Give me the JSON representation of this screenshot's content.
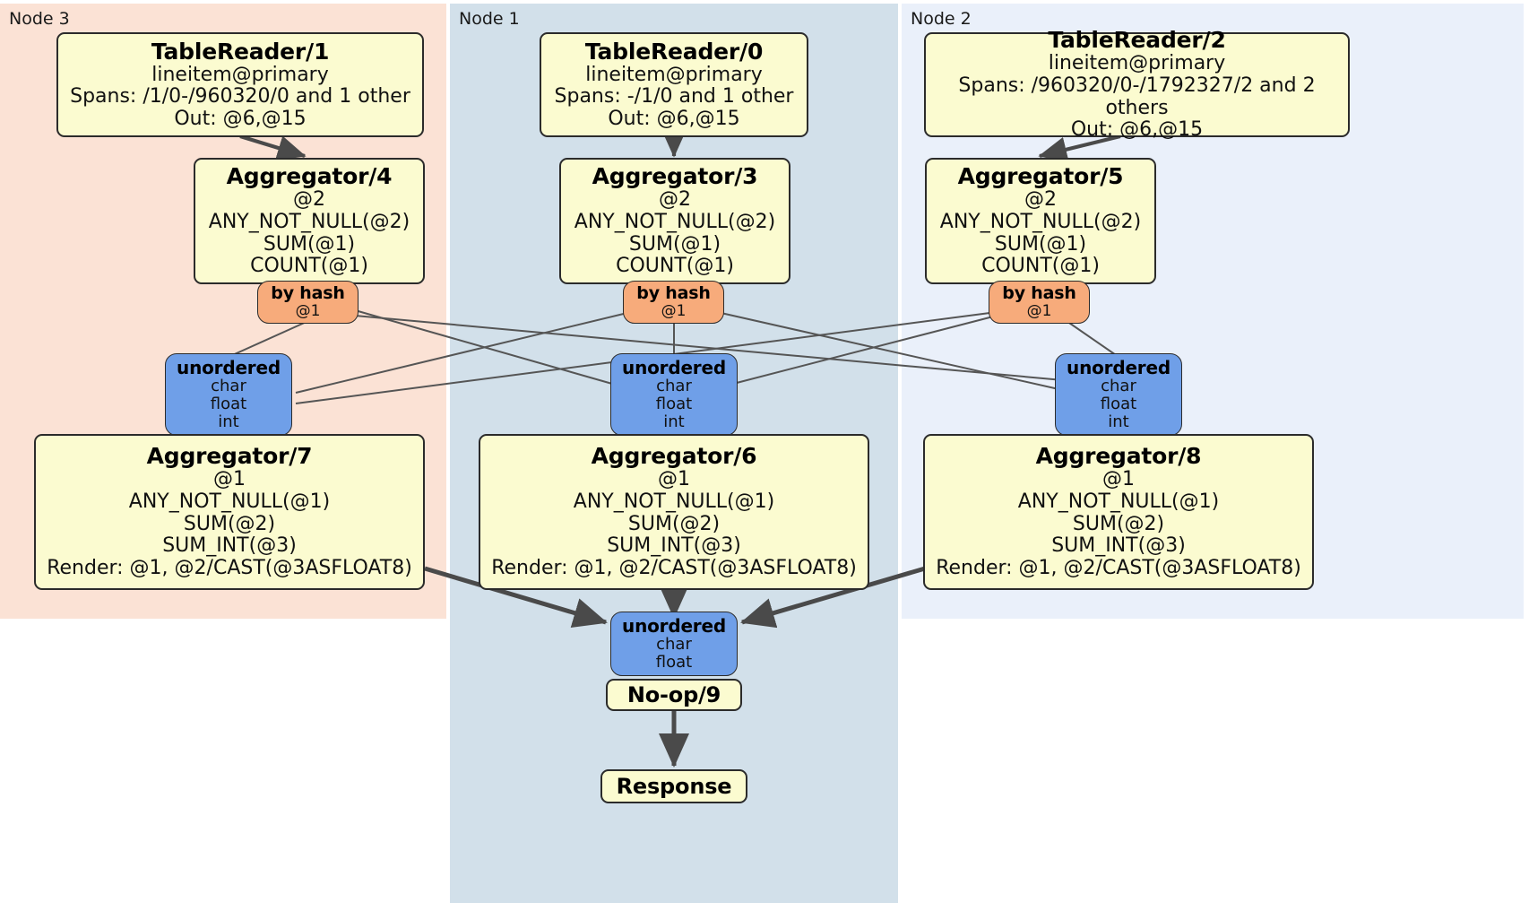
{
  "diagram": {
    "type": "distributed-query-plan",
    "colors": {
      "node3_panel": "#fbe2d5",
      "node1_panel": "#d2e0ea",
      "node2_panel": "#eaf0fa",
      "processor_fill": "#fbfbd0",
      "router_fill": "#f7ab7b",
      "receiver_fill": "#6f9fe8",
      "edge_stroke": "#4a4a4a",
      "thin_edge_stroke": "#555555",
      "border": "#2b2b2b"
    }
  },
  "panels": [
    {
      "id": "node3",
      "label": "Node 3"
    },
    {
      "id": "node1",
      "label": "Node 1"
    },
    {
      "id": "node2",
      "label": "Node 2"
    }
  ],
  "nodes": {
    "tablereader_1": {
      "title": "TableReader/1",
      "lines": [
        "lineitem@primary",
        "Spans: /1/0-/960320/0 and 1 other",
        "Out: @6,@15"
      ]
    },
    "tablereader_0": {
      "title": "TableReader/0",
      "lines": [
        "lineitem@primary",
        "Spans: -/1/0 and 1 other",
        "Out: @6,@15"
      ]
    },
    "tablereader_2": {
      "title": "TableReader/2",
      "lines": [
        "lineitem@primary",
        "Spans: /960320/0-/1792327/2 and 2 others",
        "Out: @6,@15"
      ]
    },
    "aggregator_4": {
      "title": "Aggregator/4",
      "lines": [
        "@2",
        "ANY_NOT_NULL(@2)",
        "SUM(@1)",
        "COUNT(@1)"
      ]
    },
    "aggregator_3": {
      "title": "Aggregator/3",
      "lines": [
        "@2",
        "ANY_NOT_NULL(@2)",
        "SUM(@1)",
        "COUNT(@1)"
      ]
    },
    "aggregator_5": {
      "title": "Aggregator/5",
      "lines": [
        "@2",
        "ANY_NOT_NULL(@2)",
        "SUM(@1)",
        "COUNT(@1)"
      ]
    },
    "router_left": {
      "title": "by hash",
      "lines": [
        "@1"
      ]
    },
    "router_center": {
      "title": "by hash",
      "lines": [
        "@1"
      ]
    },
    "router_right": {
      "title": "by hash",
      "lines": [
        "@1"
      ]
    },
    "receiver_left": {
      "title": "unordered",
      "lines": [
        "char",
        "float",
        "int"
      ]
    },
    "receiver_center": {
      "title": "unordered",
      "lines": [
        "char",
        "float",
        "int"
      ]
    },
    "receiver_right": {
      "title": "unordered",
      "lines": [
        "char",
        "float",
        "int"
      ]
    },
    "aggregator_7": {
      "title": "Aggregator/7",
      "lines": [
        "@1",
        "ANY_NOT_NULL(@1)",
        "SUM(@2)",
        "SUM_INT(@3)",
        "Render: @1, @2/CAST(@3ASFLOAT8)"
      ]
    },
    "aggregator_6": {
      "title": "Aggregator/6",
      "lines": [
        "@1",
        "ANY_NOT_NULL(@1)",
        "SUM(@2)",
        "SUM_INT(@3)",
        "Render: @1, @2/CAST(@3ASFLOAT8)"
      ]
    },
    "aggregator_8": {
      "title": "Aggregator/8",
      "lines": [
        "@1",
        "ANY_NOT_NULL(@1)",
        "SUM(@2)",
        "SUM_INT(@3)",
        "Render: @1, @2/CAST(@3ASFLOAT8)"
      ]
    },
    "receiver_final": {
      "title": "unordered",
      "lines": [
        "char",
        "float"
      ]
    },
    "noop_9": {
      "title": "No-op/9",
      "lines": []
    },
    "response": {
      "title": "Response",
      "lines": []
    }
  }
}
